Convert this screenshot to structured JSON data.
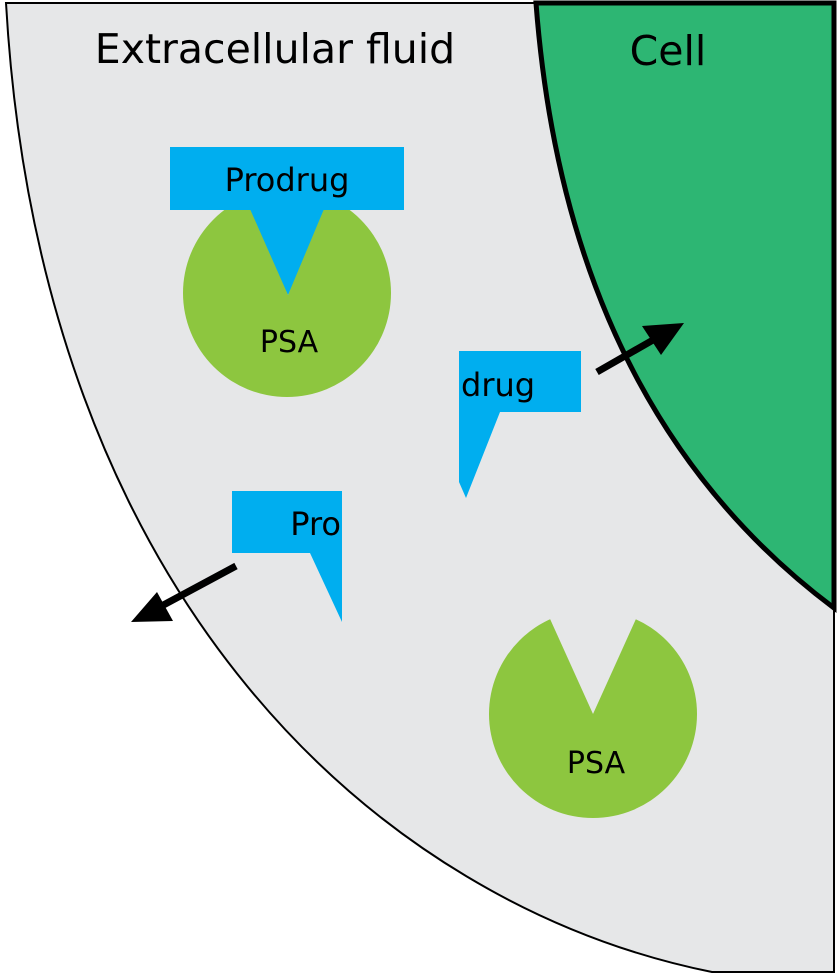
{
  "labels": {
    "extracellular": "Extracellular fluid",
    "cell": "Cell",
    "prodrug": "Prodrug",
    "psa_bound": "PSA",
    "drug": "drug",
    "pro": "Pro",
    "psa_free": "PSA"
  },
  "colors": {
    "fluid": "#e6e7e8",
    "cell": "#2db673",
    "enzyme": "#8dc63f",
    "molecule": "#00aeef",
    "outline": "#000000"
  }
}
